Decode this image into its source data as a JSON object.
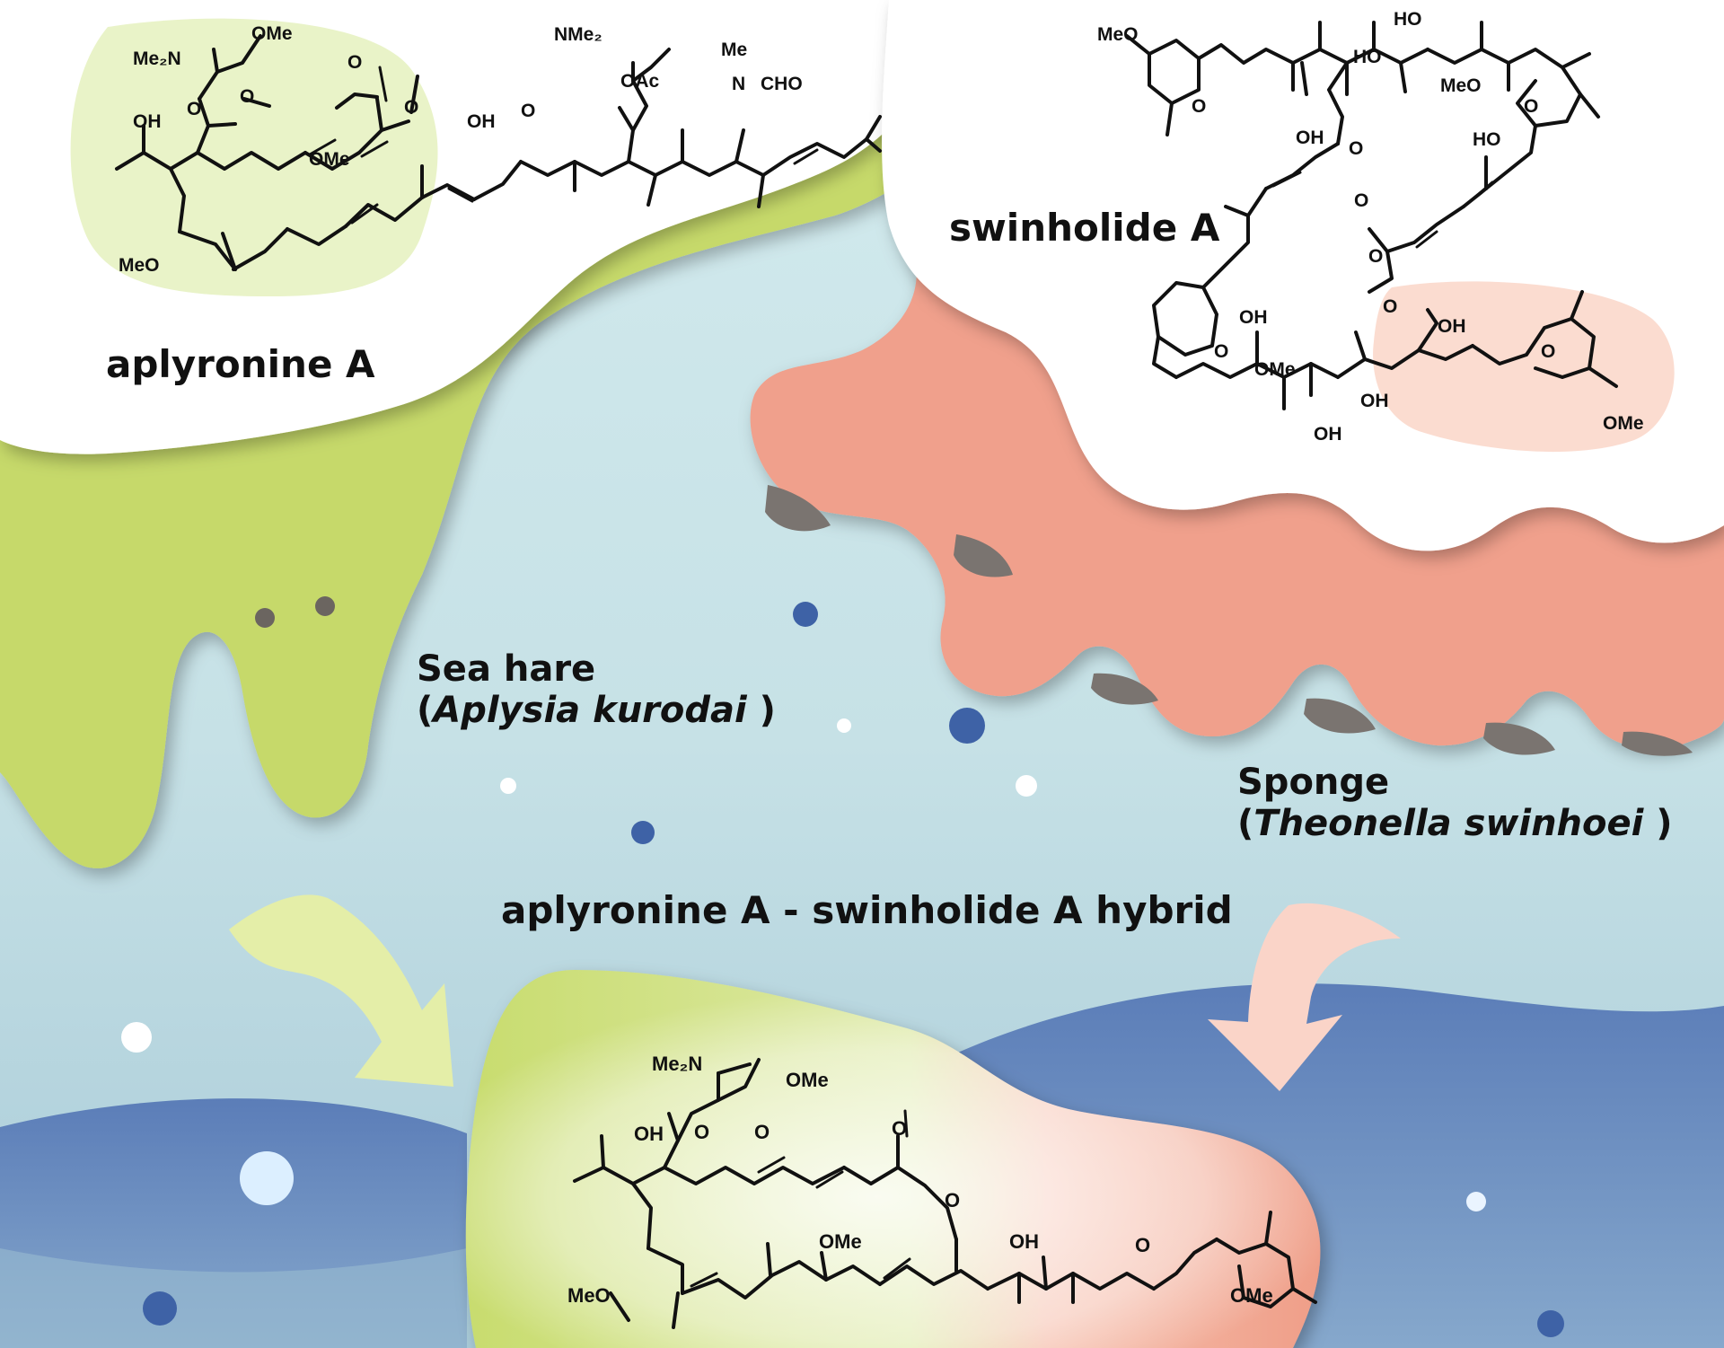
{
  "labels": {
    "aplyronine": "aplyronine A",
    "swinholide": "swinholide A",
    "sea_hare_name": "Sea hare",
    "sea_hare_paren_open": "(",
    "sea_hare_species": "Aplysia kurodai",
    "sea_hare_paren_close": " )",
    "sponge_name": "Sponge",
    "sponge_paren_open": "(",
    "sponge_species": "Theonella swinhoei",
    "sponge_paren_close": " )",
    "hybrid": "aplyronine A - swinholide A hybrid"
  },
  "aplyronine_atoms": {
    "nme2_side": "Me₂N",
    "ome_side": "OMe",
    "oh": "OH",
    "ome_ring": "OMe",
    "meo": "MeO",
    "oh_tail": "OH",
    "nme2_tail": "NMe₂",
    "oac": "OAc",
    "me": "Me",
    "n": "N",
    "cho": "CHO",
    "o_ester": "O",
    "o_carbonyl": "O",
    "o1": "O",
    "o2": "O",
    "o3": "O"
  },
  "swinholide_atoms": {
    "meo_top": "MeO",
    "o_pyran_top": "O",
    "oh_a": "OH",
    "ho_1": "HO",
    "ho_2": "HO",
    "meo_mid": "MeO",
    "o_dhp_right": "O",
    "ho_3": "HO",
    "o_ester_1": "O",
    "o_carbonyl_1": "O",
    "oh_b": "OH",
    "o_dhp_left": "O",
    "ome_low": "OMe",
    "oh_c": "OH",
    "oh_d": "OH",
    "o_carbonyl_2": "O",
    "o_ester_2": "O",
    "oh_e": "OH",
    "o_pyran_bottom": "O",
    "ome_bottom": "OMe"
  },
  "hybrid_atoms": {
    "nme2_side": "Me₂N",
    "ome_side": "OMe",
    "oh": "OH",
    "ome_ring": "OMe",
    "meo": "MeO",
    "oh_tail": "OH",
    "o_pyran": "O",
    "ome_tail": "OMe",
    "o_ester": "O",
    "o_carbonyl": "O",
    "o1": "O",
    "o2": "O"
  },
  "colors": {
    "water_light": "#cfe7ea",
    "water_deep": "#5d7fb9",
    "sea_hare": "#c6d96a",
    "sponge": "#f0a08c",
    "sponge_tip": "#7a7470",
    "aplyronine_highlight": "#e9f3c8",
    "swinholide_highlight": "#fbdcd0",
    "arrow_green": "#e4eea8",
    "arrow_pink": "#fad4c8",
    "bubble_blue": "#3e62a6",
    "ink": "#111111"
  }
}
